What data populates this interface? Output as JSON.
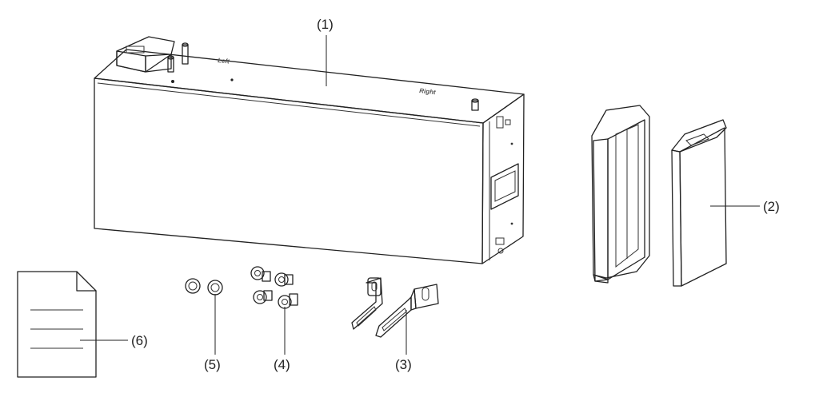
{
  "callouts": {
    "part1": "(1)",
    "part2": "(2)",
    "part3": "(3)",
    "part4": "(4)",
    "part5": "(5)",
    "part6": "(6)"
  },
  "housing_markings": {
    "left": "Left",
    "right": "Right"
  },
  "colors": {
    "line": "#222222",
    "face_front": "#f2f2f2",
    "face_top": "#fafafa",
    "face_side": "#e4e4e4",
    "cover_front": "#ebebeb",
    "cover_dark": "#c8c8c8"
  }
}
